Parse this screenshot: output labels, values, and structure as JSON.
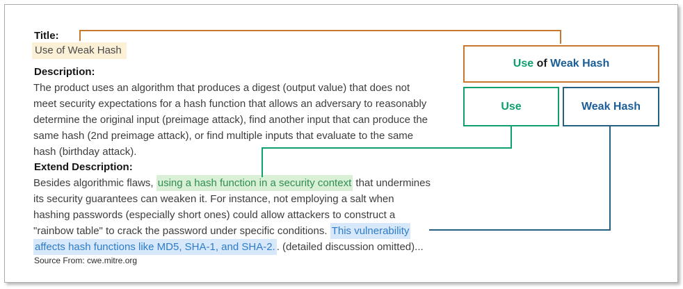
{
  "colors": {
    "accent_orange": "#c6782f",
    "accent_green": "#0e9f6e",
    "accent_blue": "#24607f",
    "highlight_cream": "#fcf0d6",
    "highlight_green": "#daf0d6",
    "highlight_blue": "#d6e8fa",
    "text_body": "#3d3d3d",
    "text_green": "#2f8f52",
    "text_blue": "#2e7cc9",
    "frame_border": "#ababab"
  },
  "document": {
    "title_label": "Title:",
    "title_value": "Use of Weak Hash",
    "description_heading": "Description:",
    "description_lines": [
      "The product uses an algorithm that produces a digest (output value) that does not",
      "meet security expectations for a hash function that allows an adversary to reasonably",
      "determine the original input (preimage attack), find another input that can produce the",
      "same hash (2nd preimage attack), or find multiple inputs that evaluate to the same",
      "hash (birthday attack)."
    ],
    "extend_heading": "Extend Description:",
    "extend_lines": [
      [
        {
          "text": "Besides algorithmic flaws, ",
          "style": "plain"
        },
        {
          "text": "using a hash function in a security context",
          "style": "green"
        },
        {
          "text": " that undermines",
          "style": "plain"
        }
      ],
      [
        {
          "text": "its security guarantees can weaken it. For instance, not employing a salt when",
          "style": "plain"
        }
      ],
      [
        {
          "text": "hashing passwords (especially short ones) could allow attackers to construct a",
          "style": "plain"
        }
      ],
      [
        {
          "text": "\"rainbow table\" to crack the password under specific conditions. ",
          "style": "plain"
        },
        {
          "text": "This vulnerability",
          "style": "blue"
        }
      ],
      [
        {
          "text": "affects hash functions like MD5, SHA-1, and SHA-2.",
          "style": "blue"
        },
        {
          "text": ". (detailed discussion omitted)...",
          "style": "plain"
        }
      ]
    ],
    "source_label": "Source From: cwe.mitre.org"
  },
  "diagram": {
    "parent_box": {
      "segments": [
        {
          "text": "Use",
          "style": "green"
        },
        {
          "text": " of ",
          "style": "black"
        },
        {
          "text": "Weak Hash",
          "style": "blue"
        }
      ]
    },
    "child_boxes": [
      {
        "label": "Use",
        "style": "green"
      },
      {
        "label": "Weak Hash",
        "style": "blue"
      }
    ]
  }
}
